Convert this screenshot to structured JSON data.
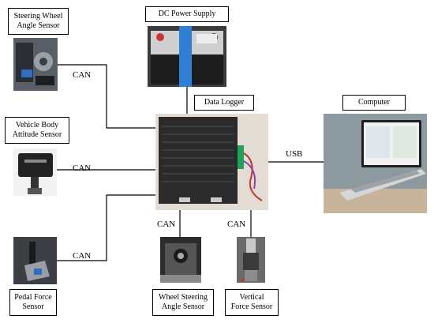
{
  "labels": {
    "steering_wheel_angle_sensor": "Steering Wheel\nAngle Sensor",
    "dc_power_supply": "DC Power Supply",
    "data_logger": "Data Logger",
    "computer": "Computer",
    "vehicle_body_attitude_sensor": "Vehicle Body\nAttitude Sensor",
    "pedal_force_sensor": "Pedal Force\nSensor",
    "wheel_steering_angle_sensor": "Wheel Steering\nAngle Sensor",
    "vertical_force_sensor": "Vertical\nForce Sensor"
  },
  "connections": {
    "can_steering": "CAN",
    "can_attitude": "CAN",
    "can_pedal": "CAN",
    "can_wheel_angle": "CAN",
    "can_vertical": "CAN",
    "usb_computer": "USB"
  },
  "colors": {
    "line": "#000000",
    "logger_body": "#2b2b2b",
    "power_strap": "#2f7fd6",
    "laptop_screen": "#f0f0f0"
  }
}
